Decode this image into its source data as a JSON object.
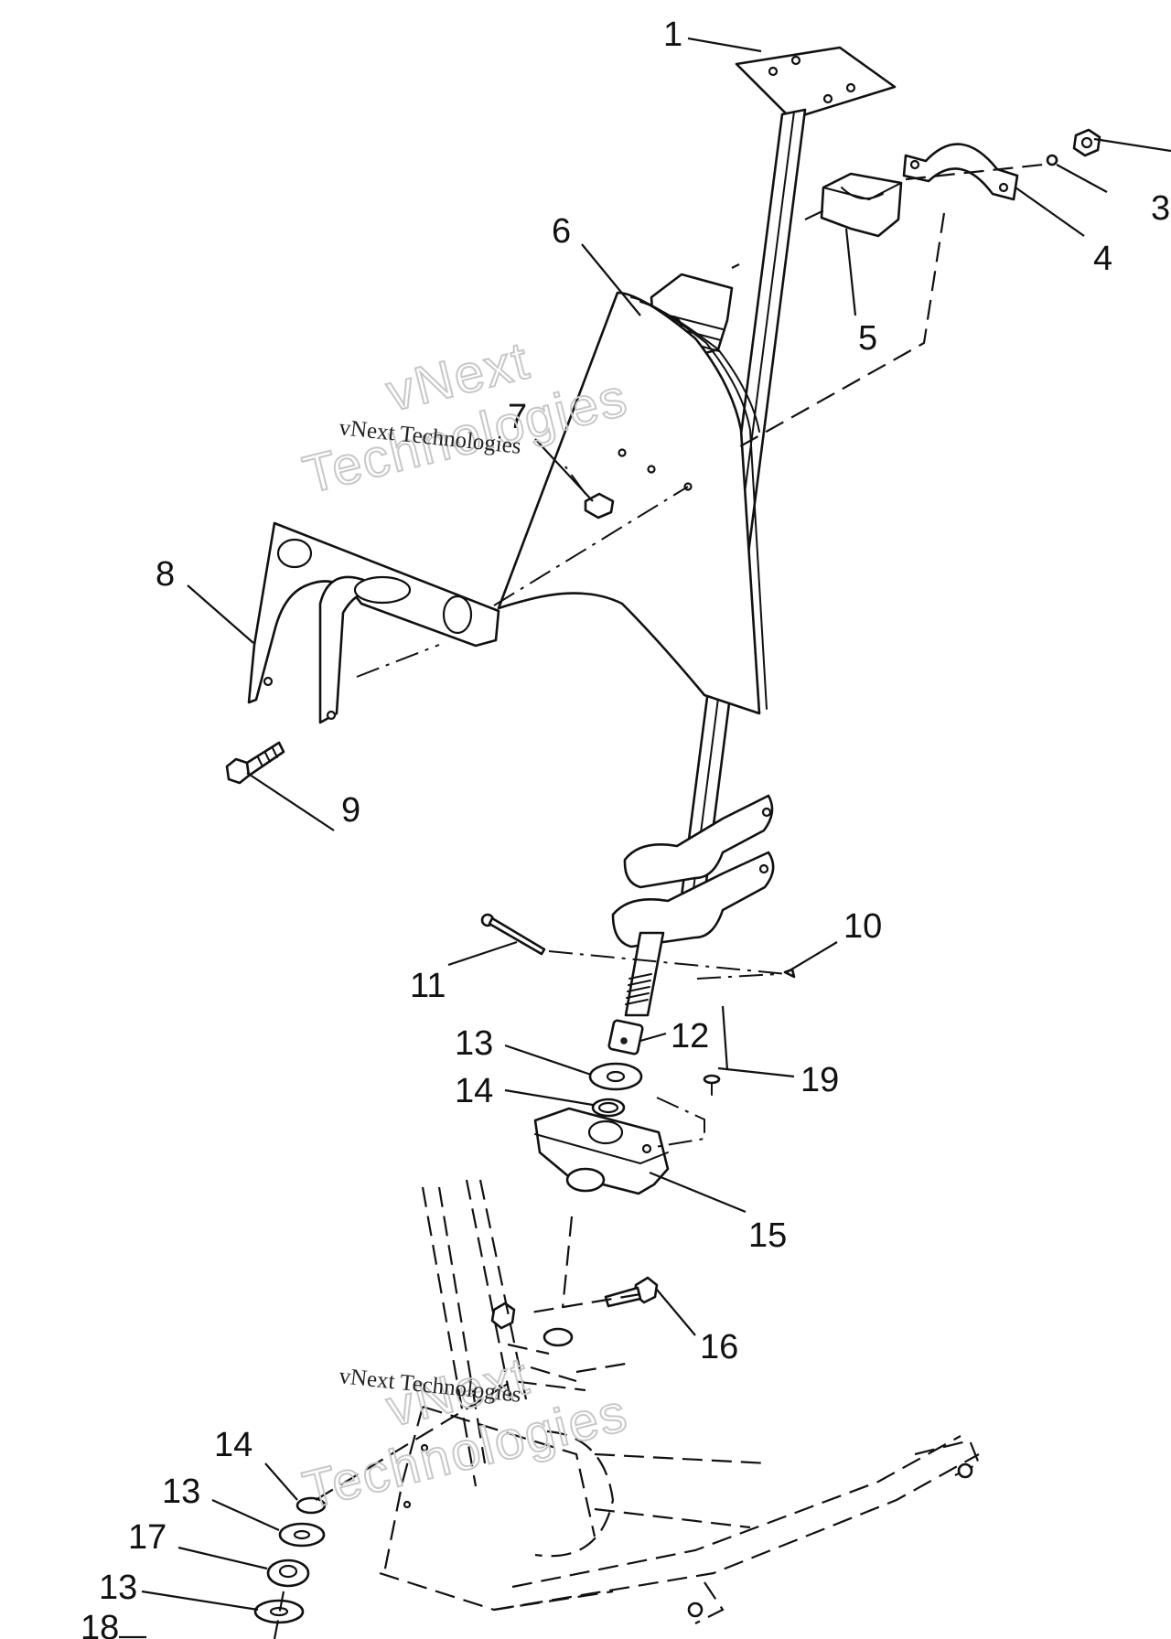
{
  "watermark": {
    "top_small": "vNext Technologies",
    "top_big_1": "vNext",
    "top_big_2": "Technologies",
    "bottom_small": "vNext Technologies",
    "bottom_big_1": "vNext",
    "bottom_big_2": "Technologies"
  },
  "callouts": [
    {
      "id": "c1",
      "label": "1"
    },
    {
      "id": "c3",
      "label": "3"
    },
    {
      "id": "c4",
      "label": "4"
    },
    {
      "id": "c5",
      "label": "5"
    },
    {
      "id": "c6",
      "label": "6"
    },
    {
      "id": "c7",
      "label": "7"
    },
    {
      "id": "c8",
      "label": "8"
    },
    {
      "id": "c9",
      "label": "9"
    },
    {
      "id": "c10",
      "label": "10"
    },
    {
      "id": "c11",
      "label": "11"
    },
    {
      "id": "c12",
      "label": "12"
    },
    {
      "id": "c13a",
      "label": "13"
    },
    {
      "id": "c14a",
      "label": "14"
    },
    {
      "id": "c19",
      "label": "19"
    },
    {
      "id": "c15",
      "label": "15"
    },
    {
      "id": "c16",
      "label": "16"
    },
    {
      "id": "c14b",
      "label": "14"
    },
    {
      "id": "c13b",
      "label": "13"
    },
    {
      "id": "c17",
      "label": "17"
    },
    {
      "id": "c13c",
      "label": "13"
    },
    {
      "id": "c18",
      "label": "18"
    }
  ]
}
